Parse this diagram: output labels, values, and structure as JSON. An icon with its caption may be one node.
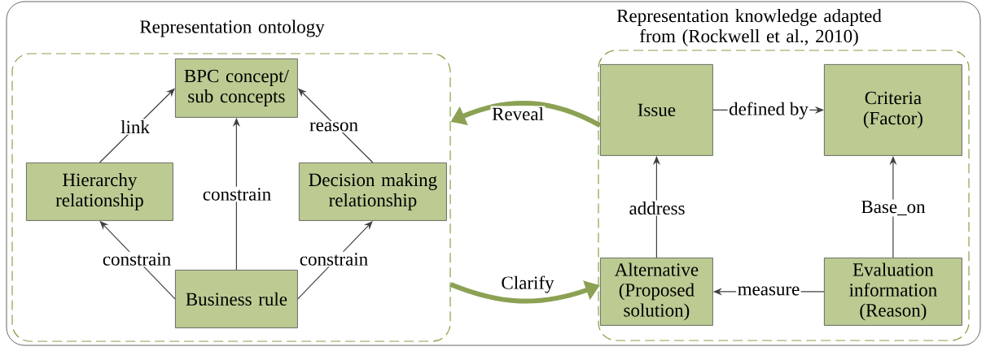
{
  "diagram": {
    "nodes": [
      {
        "text": [
          "Representation ontology"
        ]
      },
      {
        "text": [
          "BPC concept/ sub concepts"
        ],
        "in": 0
      },
      {
        "text": [
          "Hierarchy relationship"
        ],
        "in": 0
      },
      {
        "text": [
          "Decision making relationship"
        ],
        "in": 0
      },
      {
        "text": [
          "Business rule"
        ],
        "in": 0
      },
      {
        "text": [
          "Representation knowledge adapted from (Rockwell et al., 2010)"
        ]
      },
      {
        "text": [
          "Issue"
        ],
        "in": 5
      },
      {
        "text": [
          "Criteria (Factor)"
        ],
        "in": 5
      },
      {
        "text": [
          "Alternative (Proposed solution)"
        ],
        "in": 5
      },
      {
        "text": [
          "Evaluation information (Reason)"
        ],
        "in": 5
      }
    ],
    "edges": [
      {
        "from": 2,
        "to": 1,
        "arrow": "to",
        "label": "link"
      },
      {
        "from": 3,
        "to": 1,
        "arrow": "to",
        "label": "reason"
      },
      {
        "from": 4,
        "to": 1,
        "arrow": "to",
        "label": "constrain"
      },
      {
        "from": 4,
        "to": 2,
        "arrow": "to",
        "label": "constrain"
      },
      {
        "from": 4,
        "to": 3,
        "arrow": "to",
        "label": "constrain"
      },
      {
        "from": 6,
        "to": 0,
        "arrow": "to",
        "label": "Reveal",
        "style": "thick",
        "color": "#8ba153"
      },
      {
        "from": 0,
        "to": 8,
        "arrow": "to",
        "label": "Clarify",
        "style": "thick",
        "color": "#8ba153"
      },
      {
        "from": 6,
        "to": 7,
        "arrow": "to",
        "label": "defined by"
      },
      {
        "from": 8,
        "to": 6,
        "arrow": "to",
        "label": "address"
      },
      {
        "from": 9,
        "to": 7,
        "arrow": "to",
        "label": "Base_on"
      },
      {
        "from": 9,
        "to": 8,
        "arrow": "to",
        "label": "measure"
      }
    ]
  }
}
